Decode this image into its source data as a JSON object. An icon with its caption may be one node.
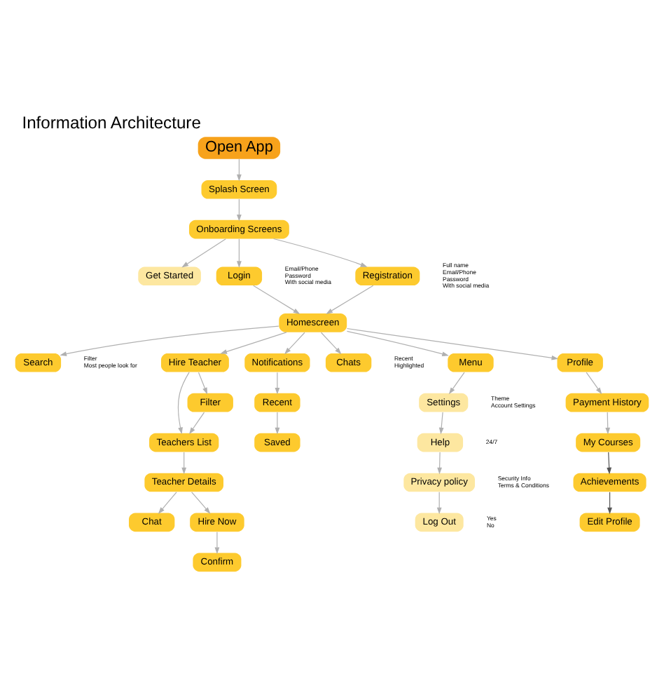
{
  "diagram": {
    "title": "Information Architecture",
    "nodes": [
      {
        "text": [
          "Open App"
        ]
      },
      {
        "text": [
          "Splash Screen"
        ]
      },
      {
        "text": [
          "Onboarding Screens"
        ]
      },
      {
        "text": [
          "Get Started"
        ]
      },
      {
        "text": [
          "Login"
        ],
        "beside": [
          "Email/Phone",
          "Password",
          "With social media"
        ]
      },
      {
        "text": [
          "Registration"
        ],
        "beside": [
          "Full name",
          "Email/Phone",
          "Password",
          "With social media"
        ]
      },
      {
        "text": [
          "Homescreen"
        ]
      },
      {
        "text": [
          "Search"
        ],
        "beside": [
          "Filter",
          "Most people look for"
        ]
      },
      {
        "text": [
          "Hire Teacher"
        ]
      },
      {
        "text": [
          "Notifications"
        ]
      },
      {
        "text": [
          "Chats"
        ],
        "beside": [
          "Recent",
          "Highlighted"
        ]
      },
      {
        "text": [
          "Menu"
        ]
      },
      {
        "text": [
          "Profile"
        ]
      },
      {
        "text": [
          "Teachers List"
        ]
      },
      {
        "text": [
          "Filter"
        ]
      },
      {
        "text": [
          "Recent"
        ]
      },
      {
        "text": [
          "Saved"
        ]
      },
      {
        "text": [
          "Chat"
        ]
      },
      {
        "text": [
          "Teacher Details"
        ]
      },
      {
        "text": [
          "Hire Now"
        ]
      },
      {
        "text": [
          "Confirm"
        ]
      },
      {
        "text": [
          "Settings"
        ],
        "beside": [
          "Theme",
          "Account Settings"
        ]
      },
      {
        "text": [
          "Help"
        ],
        "beside": [
          "24/7"
        ]
      },
      {
        "text": [
          "Privacy policy"
        ],
        "beside": [
          "Security Info",
          "Terms & Conditions"
        ]
      },
      {
        "text": [
          "Log Out"
        ],
        "beside": [
          "Yes",
          "No"
        ]
      },
      {
        "text": [
          "Payment History"
        ]
      },
      {
        "text": [
          "My Courses"
        ]
      },
      {
        "text": [
          "Achievements"
        ]
      },
      {
        "text": [
          "Edit Profile"
        ]
      }
    ],
    "edges": [
      {
        "from": 0,
        "to": 1,
        "arrow": "to"
      },
      {
        "from": 1,
        "to": 2,
        "arrow": "to"
      },
      {
        "from": 2,
        "to": 3,
        "arrow": "to"
      },
      {
        "from": 2,
        "to": 4,
        "arrow": "to"
      },
      {
        "from": 2,
        "to": 5,
        "arrow": "to"
      },
      {
        "from": 4,
        "to": 6,
        "arrow": "to"
      },
      {
        "from": 5,
        "to": 6,
        "arrow": "to"
      },
      {
        "from": 6,
        "to": 7,
        "arrow": "to"
      },
      {
        "from": 6,
        "to": 8,
        "arrow": "to"
      },
      {
        "from": 6,
        "to": 9,
        "arrow": "to"
      },
      {
        "from": 6,
        "to": 10,
        "arrow": "to"
      },
      {
        "from": 6,
        "to": 11,
        "arrow": "to"
      },
      {
        "from": 6,
        "to": 12,
        "arrow": "to"
      },
      {
        "from": 8,
        "to": 13,
        "arrow": "to"
      },
      {
        "from": 8,
        "to": 14,
        "arrow": "to"
      },
      {
        "from": 14,
        "to": 13,
        "arrow": "to"
      },
      {
        "from": 13,
        "to": 18,
        "arrow": "to"
      },
      {
        "from": 18,
        "to": 17,
        "arrow": "to"
      },
      {
        "from": 18,
        "to": 19,
        "arrow": "to"
      },
      {
        "from": 19,
        "to": 20,
        "arrow": "to"
      },
      {
        "from": 9,
        "to": 15,
        "arrow": "to"
      },
      {
        "from": 15,
        "to": 16,
        "arrow": "to"
      },
      {
        "from": 11,
        "to": 21,
        "arrow": "to"
      },
      {
        "from": 21,
        "to": 22,
        "arrow": "to"
      },
      {
        "from": 22,
        "to": 23,
        "arrow": "to"
      },
      {
        "from": 23,
        "to": 24,
        "arrow": "to"
      },
      {
        "from": 12,
        "to": 25,
        "arrow": "to"
      },
      {
        "from": 25,
        "to": 26,
        "arrow": "to"
      },
      {
        "from": 26,
        "to": 27,
        "arrow": "to",
        "color": "#555555"
      },
      {
        "from": 27,
        "to": 28,
        "arrow": "to",
        "color": "#555555"
      }
    ]
  }
}
